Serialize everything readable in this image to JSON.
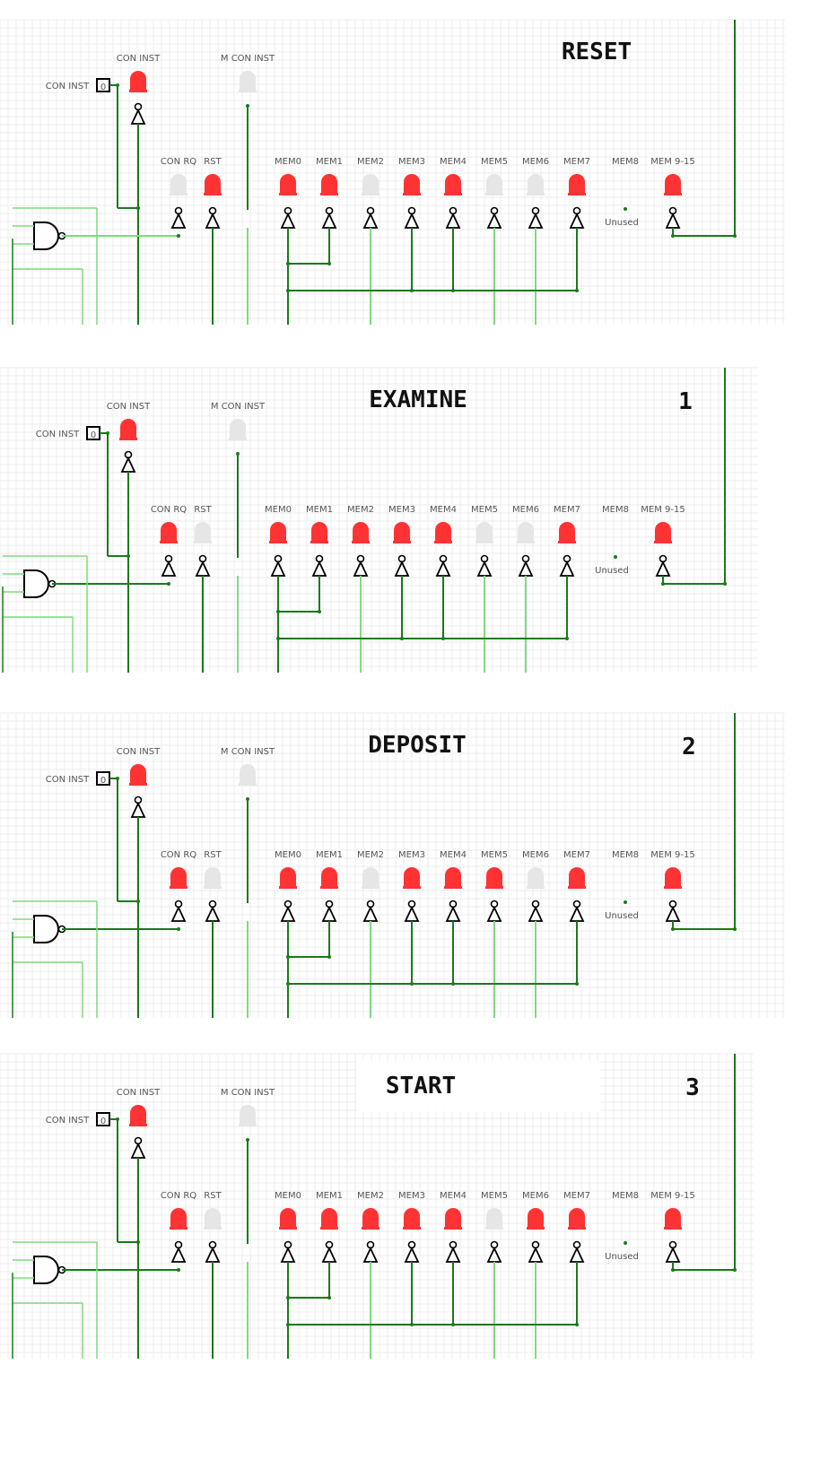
{
  "panels": [
    {
      "title": "RESET",
      "number": "",
      "con_inst": {
        "label": "CON INST",
        "led_label": "CON INST",
        "led_on": true
      },
      "m_con_inst": {
        "label": "M CON INST",
        "led_on": false
      },
      "leds": [
        {
          "label": "CON RQ",
          "on": false
        },
        {
          "label": "RST",
          "on": true
        },
        {
          "label": "MEM0",
          "on": true
        },
        {
          "label": "MEM1",
          "on": true
        },
        {
          "label": "MEM2",
          "on": false
        },
        {
          "label": "MEM3",
          "on": true
        },
        {
          "label": "MEM4",
          "on": true
        },
        {
          "label": "MEM5",
          "on": false
        },
        {
          "label": "MEM6",
          "on": false
        },
        {
          "label": "MEM7",
          "on": true
        },
        {
          "label": "MEM8",
          "on": false,
          "note": "Unused"
        },
        {
          "label": "MEM 9-15",
          "on": true
        }
      ],
      "switch_value": "0"
    },
    {
      "title": "EXAMINE",
      "number": "1",
      "con_inst": {
        "label": "CON INST",
        "led_label": "CON INST",
        "led_on": true
      },
      "m_con_inst": {
        "label": "M CON INST",
        "led_on": false
      },
      "leds": [
        {
          "label": "CON RQ",
          "on": true
        },
        {
          "label": "RST",
          "on": false
        },
        {
          "label": "MEM0",
          "on": true
        },
        {
          "label": "MEM1",
          "on": true
        },
        {
          "label": "MEM2",
          "on": true
        },
        {
          "label": "MEM3",
          "on": true
        },
        {
          "label": "MEM4",
          "on": true
        },
        {
          "label": "MEM5",
          "on": false
        },
        {
          "label": "MEM6",
          "on": false
        },
        {
          "label": "MEM7",
          "on": true
        },
        {
          "label": "MEM8",
          "on": false,
          "note": "Unused"
        },
        {
          "label": "MEM 9-15",
          "on": true
        }
      ],
      "switch_value": "0"
    },
    {
      "title": "DEPOSIT",
      "number": "2",
      "con_inst": {
        "label": "CON INST",
        "led_label": "CON INST",
        "led_on": true
      },
      "m_con_inst": {
        "label": "M CON INST",
        "led_on": false
      },
      "leds": [
        {
          "label": "CON RQ",
          "on": true
        },
        {
          "label": "RST",
          "on": false
        },
        {
          "label": "MEM0",
          "on": true
        },
        {
          "label": "MEM1",
          "on": true
        },
        {
          "label": "MEM2",
          "on": false
        },
        {
          "label": "MEM3",
          "on": true
        },
        {
          "label": "MEM4",
          "on": true
        },
        {
          "label": "MEM5",
          "on": true
        },
        {
          "label": "MEM6",
          "on": false
        },
        {
          "label": "MEM7",
          "on": true
        },
        {
          "label": "MEM8",
          "on": false,
          "note": "Unused"
        },
        {
          "label": "MEM 9-15",
          "on": true
        }
      ],
      "switch_value": "0"
    },
    {
      "title": "START",
      "number": "3",
      "con_inst": {
        "label": "CON INST",
        "led_label": "CON INST",
        "led_on": true
      },
      "m_con_inst": {
        "label": "M CON INST",
        "led_on": false
      },
      "leds": [
        {
          "label": "CON RQ",
          "on": true
        },
        {
          "label": "RST",
          "on": false
        },
        {
          "label": "MEM0",
          "on": true
        },
        {
          "label": "MEM1",
          "on": true
        },
        {
          "label": "MEM2",
          "on": true
        },
        {
          "label": "MEM3",
          "on": true
        },
        {
          "label": "MEM4",
          "on": true
        },
        {
          "label": "MEM5",
          "on": false
        },
        {
          "label": "MEM6",
          "on": true
        },
        {
          "label": "MEM7",
          "on": true
        },
        {
          "label": "MEM8",
          "on": false,
          "note": "Unused"
        },
        {
          "label": "MEM 9-15",
          "on": true
        }
      ],
      "switch_value": "0"
    }
  ],
  "colors": {
    "led_on": "#ff3333",
    "led_off": "#e6e6e6",
    "wire_dark": "#1a7a1a",
    "wire_light": "#7ddc7d",
    "grid": "#ececec"
  }
}
